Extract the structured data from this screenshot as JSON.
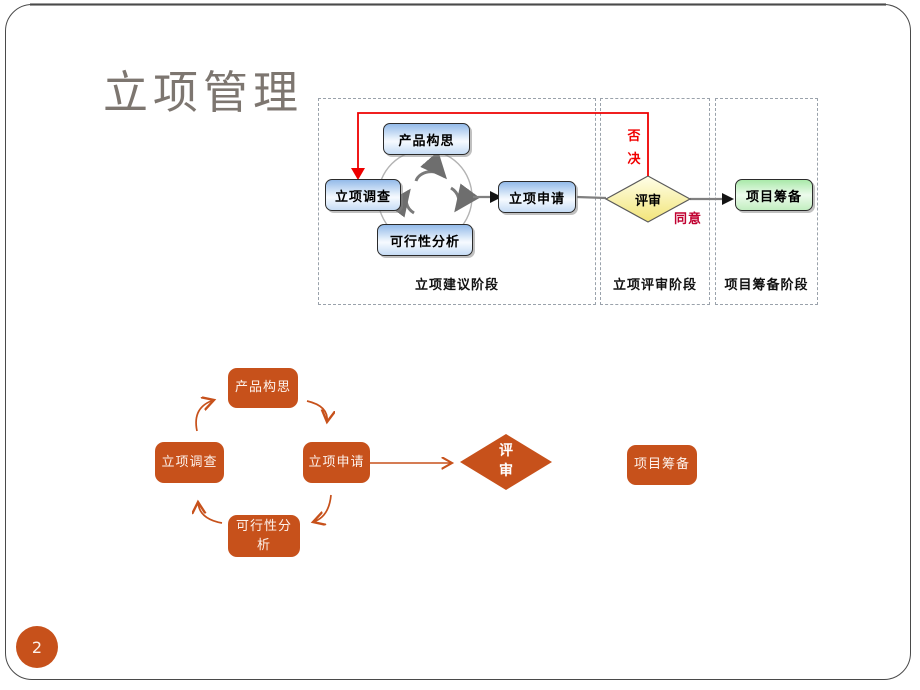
{
  "slide": {
    "title": "立项管理",
    "page_number": "2"
  },
  "top_diagram": {
    "stages": [
      {
        "label": "立项建议阶段"
      },
      {
        "label": "立项评审阶段"
      },
      {
        "label": "项目筹备阶段"
      }
    ],
    "nodes": {
      "product_idea": "产品构思",
      "survey": "立项调查",
      "feasibility": "可行性分析",
      "application": "立项申请",
      "review": "评审",
      "preparation": "项目筹备"
    },
    "edge_labels": {
      "reject": "否决",
      "approve": "同意"
    }
  },
  "bottom_diagram": {
    "nodes": {
      "product_idea": "产品构思",
      "survey": "立项调查",
      "application": "立项申请",
      "feasibility": "可行性分析",
      "review": "评审",
      "preparation": "项目筹备"
    }
  },
  "colors": {
    "accent_orange": "#C7511B",
    "reject_red": "#F00000",
    "approve_red": "#C00030",
    "title_gray": "#7D7670",
    "blue_node_top": "#93BAE9",
    "green_node_top": "#A9E9A9",
    "diamond_yellow": "#F2E478"
  }
}
